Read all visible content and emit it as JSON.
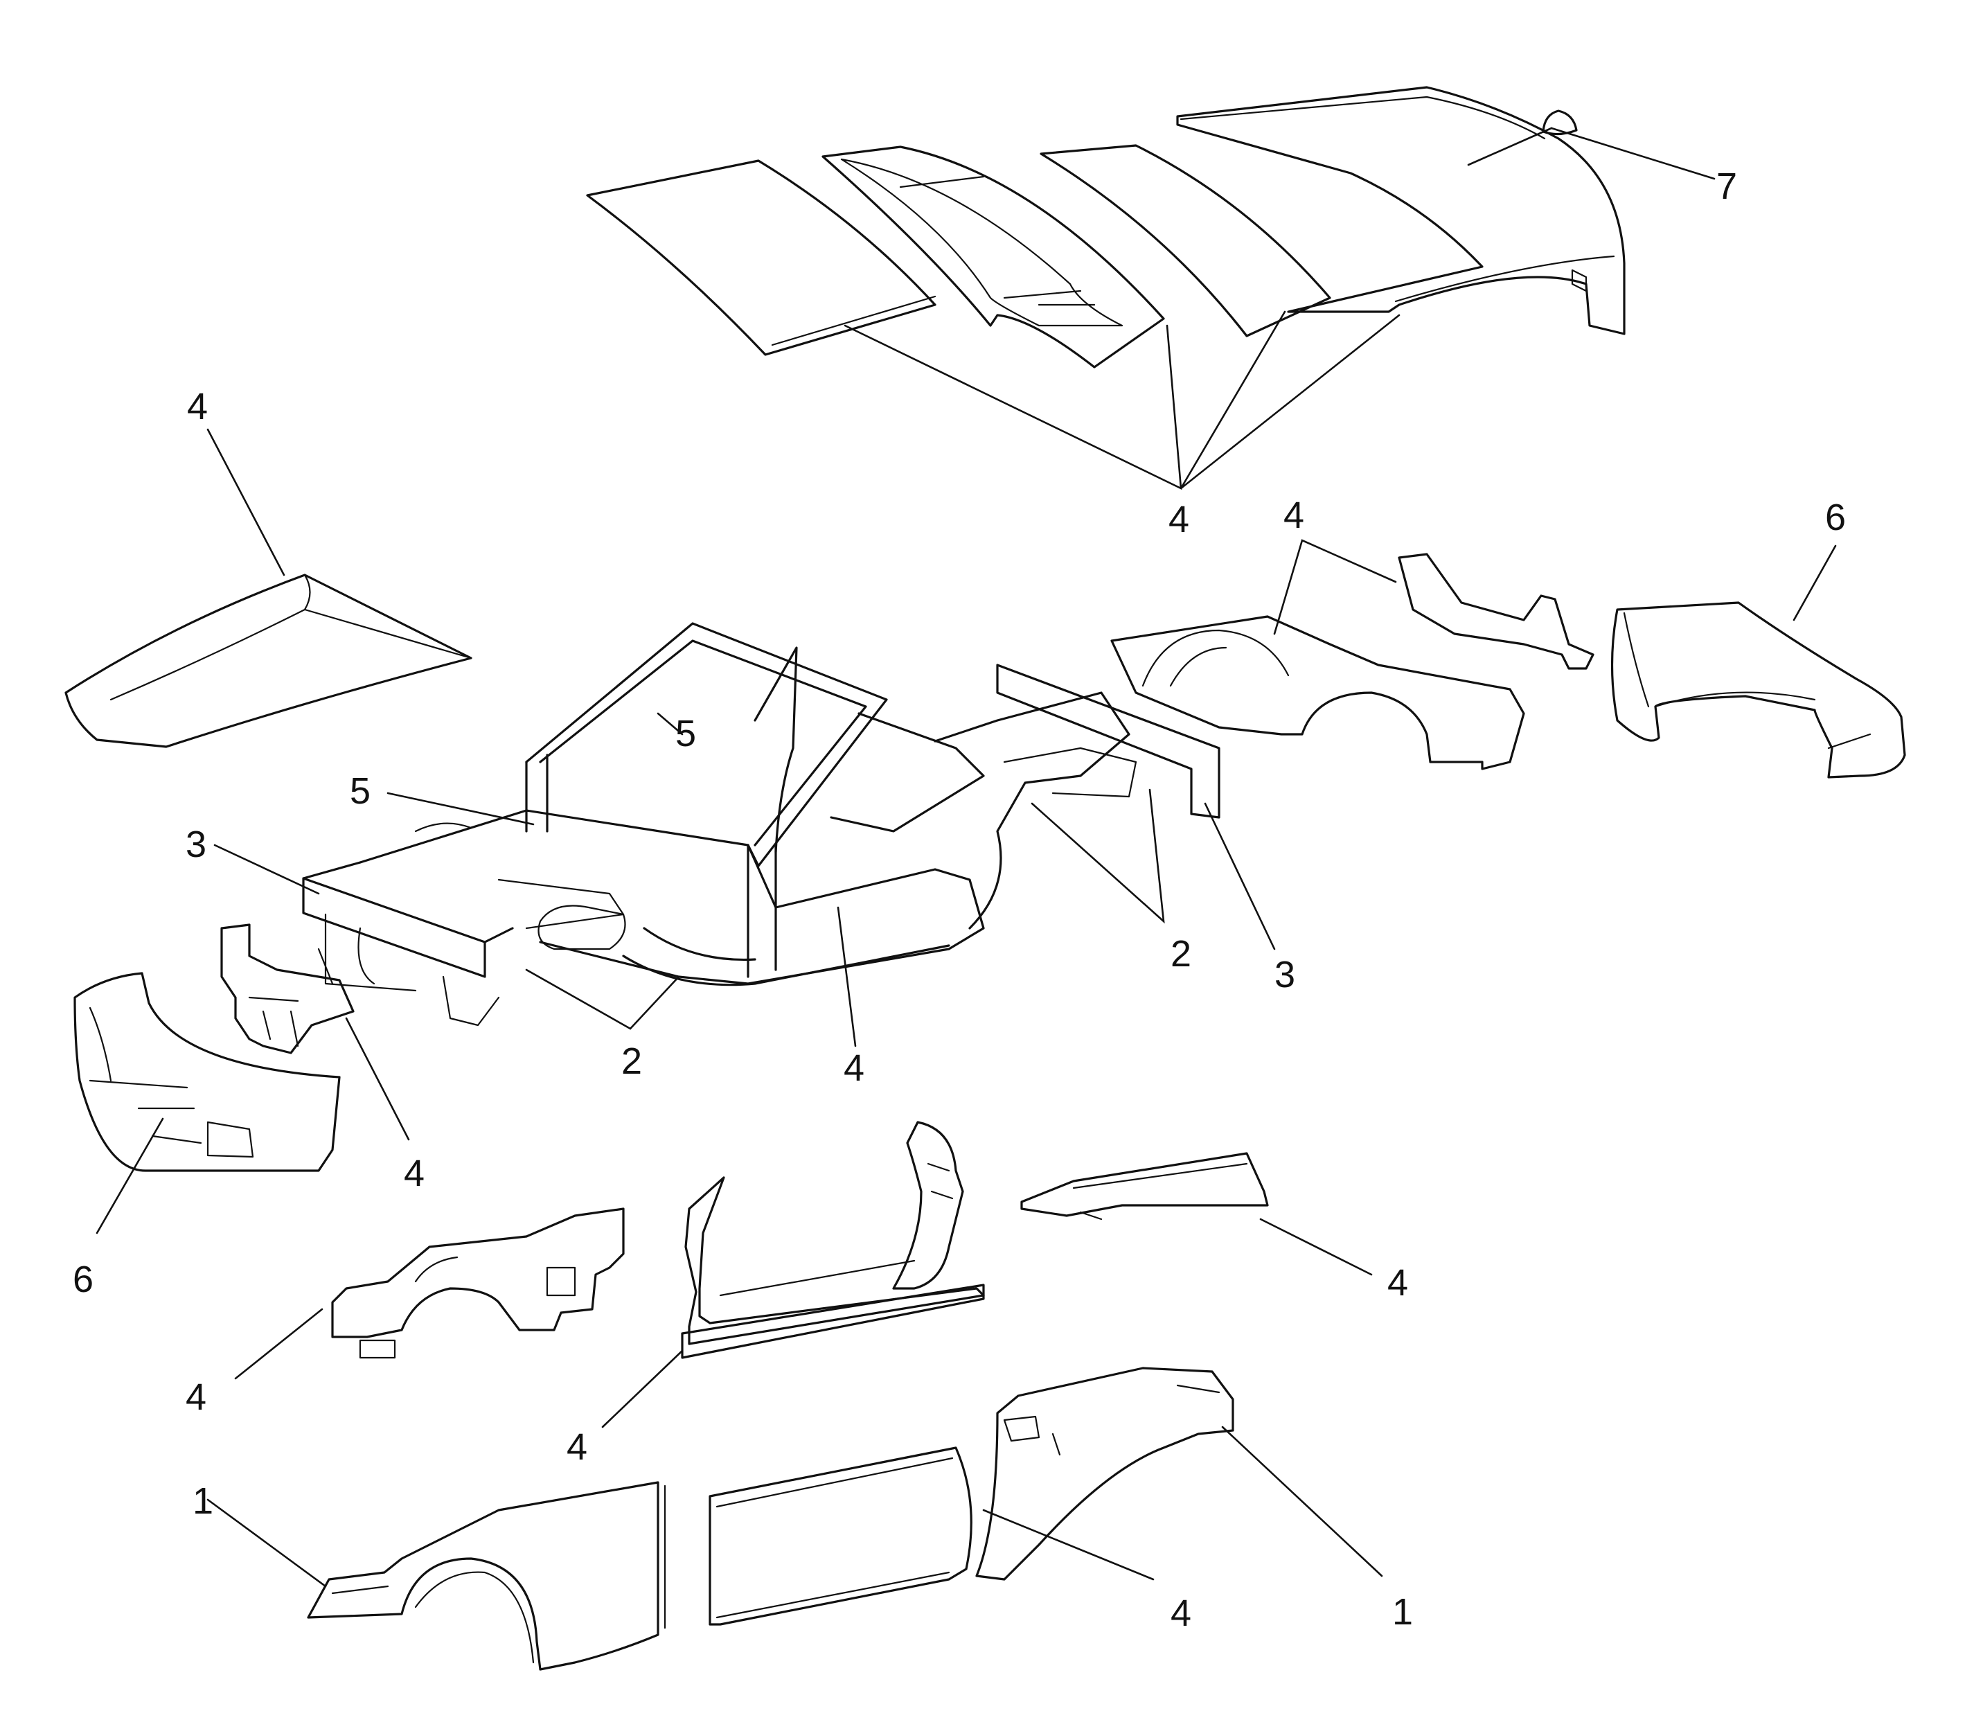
{
  "diagram": {
    "line_color": "#111111",
    "background": "#ffffff",
    "callouts": [
      {
        "id": "roof-7",
        "text": "7"
      },
      {
        "id": "roof-4",
        "text": "4"
      },
      {
        "id": "hood-4",
        "text": "4"
      },
      {
        "id": "rear-inner-4",
        "text": "4"
      },
      {
        "id": "rear-fascia-6",
        "text": "6"
      },
      {
        "id": "frame-5a",
        "text": "5"
      },
      {
        "id": "frame-5b",
        "text": "5"
      },
      {
        "id": "frame-3-left",
        "text": "3"
      },
      {
        "id": "frame-2-right",
        "text": "2"
      },
      {
        "id": "frame-3-right",
        "text": "3"
      },
      {
        "id": "frame-2-left",
        "text": "2"
      },
      {
        "id": "frame-4-floor",
        "text": "4"
      },
      {
        "id": "front-bracket-4",
        "text": "4"
      },
      {
        "id": "front-fascia-6",
        "text": "6"
      },
      {
        "id": "front-inner-4",
        "text": "4"
      },
      {
        "id": "rocker-4",
        "text": "4"
      },
      {
        "id": "rear-upper-4",
        "text": "4"
      },
      {
        "id": "front-fender-1",
        "text": "1"
      },
      {
        "id": "door-4",
        "text": "4"
      },
      {
        "id": "rear-quarter-1",
        "text": "1"
      }
    ]
  }
}
